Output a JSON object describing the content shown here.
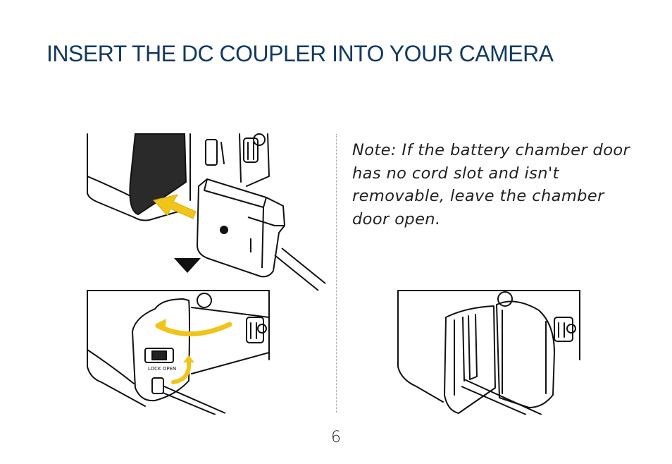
{
  "title": "INSERT THE DC COUPLER INTO YOUR CAMERA",
  "note": "Note: If the battery chamber door has no cord slot and isn't removable, leave the chamber door open.",
  "page_number": "6",
  "illustration_labels": {
    "switch_label": "LOCK OPEN"
  },
  "colors": {
    "title": "#12395f",
    "arrow": "#f0c419",
    "text": "#222222"
  }
}
